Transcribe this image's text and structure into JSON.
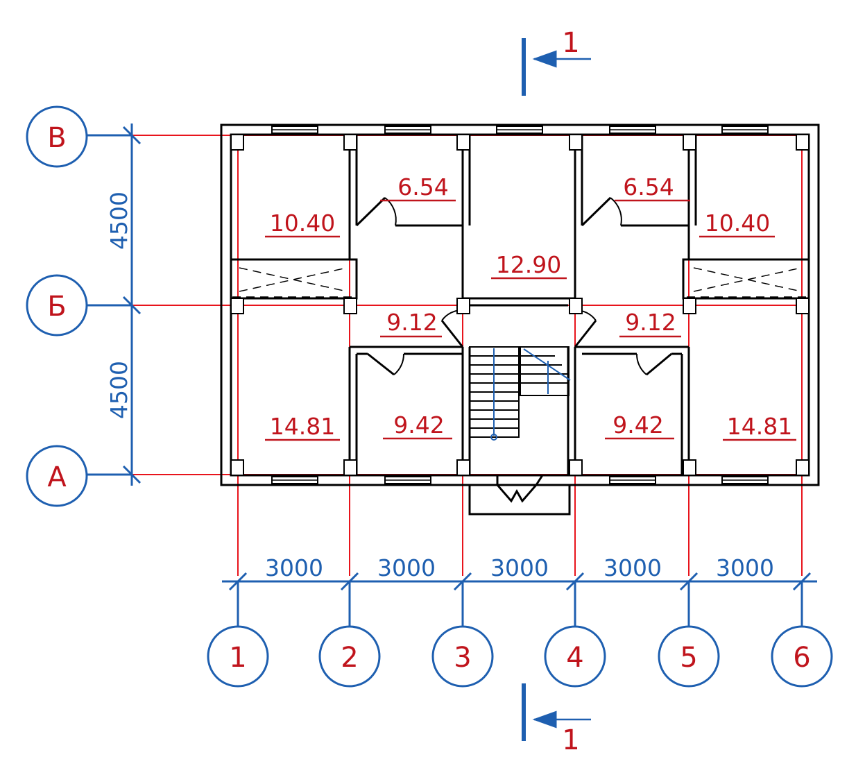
{
  "colors": {
    "grid": "#e8141c",
    "dimension": "#1e5fb0",
    "label": "#c0141c",
    "wall": "#000000"
  },
  "axes": {
    "columns": [
      "1",
      "2",
      "3",
      "4",
      "5",
      "6"
    ],
    "rows": [
      "В",
      "Б",
      "А"
    ]
  },
  "dimensions": {
    "horizontal": [
      "3000",
      "3000",
      "3000",
      "3000",
      "3000"
    ],
    "vertical": [
      "4500",
      "4500"
    ]
  },
  "rooms": {
    "r_top_1": "10.40",
    "r_top_2": "6.54",
    "r_top_3": "12.90",
    "r_top_4": "6.54",
    "r_top_5": "10.40",
    "r_hall_left": "9.12",
    "r_hall_right": "9.12",
    "r_bot_1": "14.81",
    "r_bot_2": "9.42",
    "r_bot_4": "9.42",
    "r_bot_5": "14.81"
  },
  "section": {
    "top": "1",
    "bottom": "1"
  }
}
